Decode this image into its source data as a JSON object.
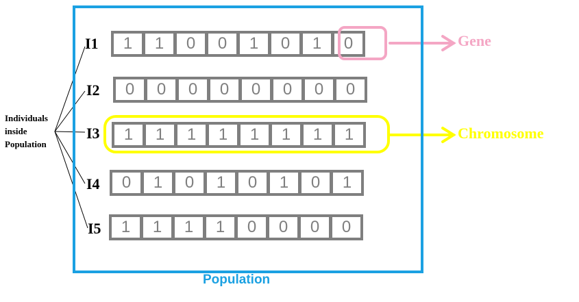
{
  "individuals": [
    {
      "label": "I1",
      "genes": [
        "1",
        "1",
        "0",
        "0",
        "1",
        "0",
        "1",
        "0"
      ]
    },
    {
      "label": "I2",
      "genes": [
        "0",
        "0",
        "0",
        "0",
        "0",
        "0",
        "0",
        "0"
      ]
    },
    {
      "label": "I3",
      "genes": [
        "1",
        "1",
        "1",
        "1",
        "1",
        "1",
        "1",
        "1"
      ]
    },
    {
      "label": "I4",
      "genes": [
        "0",
        "1",
        "0",
        "1",
        "0",
        "1",
        "0",
        "1"
      ]
    },
    {
      "label": "I5",
      "genes": [
        "1",
        "1",
        "1",
        "1",
        "0",
        "0",
        "0",
        "0"
      ]
    }
  ],
  "side_label": {
    "line1": "Individuals",
    "line2": "inside",
    "line3": "Population"
  },
  "annotations": {
    "gene": "Gene",
    "chromosome": "Chromosome"
  },
  "population_label": "Population",
  "colors": {
    "population": "#1ba1e2",
    "gene_highlight": "#f4a6c4",
    "chromosome_highlight": "#ffff00",
    "cell_border": "#7f7f7f",
    "cell_text": "#7f7f7f"
  }
}
